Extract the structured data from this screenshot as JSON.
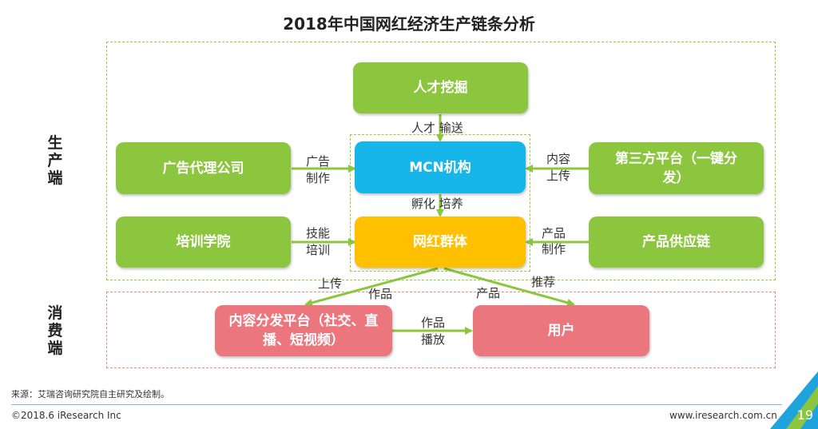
{
  "title": "2018年中国网红经济生产链条分析",
  "sections": {
    "production": "生产端",
    "consumption": "消费端"
  },
  "nodes": {
    "talent_mining": "人才挖掘",
    "mcn": "MCN机构",
    "internet_celebrity": "网红群体",
    "ad_agency": "广告代理公司",
    "training_school": "培训学院",
    "third_party": "第三方平台（一键分发）",
    "supply_chain": "产品供应链",
    "content_platform": "内容分发平台（社交、直播、短视频）",
    "users": "用户"
  },
  "edge_labels": {
    "talent_transport": "人才 输送",
    "ad_1": "广告",
    "ad_2": "制作",
    "content_1": "内容",
    "content_2": "上传",
    "incubate": "孵化 培养",
    "skill_1": "技能",
    "skill_2": "培训",
    "product_1": "产品",
    "product_2": "制作",
    "upload": "上传",
    "works": "作品",
    "product": "产品",
    "recommend": "推荐",
    "play_1": "作品",
    "play_2": "播放"
  },
  "colors": {
    "green": "#8cc63e",
    "blue": "#17b6ea",
    "yellow": "#ffc000",
    "pink": "#ec767d"
  },
  "footer": {
    "source": "来源：艾瑞咨询研究院自主研究及绘制。",
    "copyright": "©2018.6 iResearch Inc",
    "website": "www.iresearch.com.cn",
    "page": "19"
  }
}
